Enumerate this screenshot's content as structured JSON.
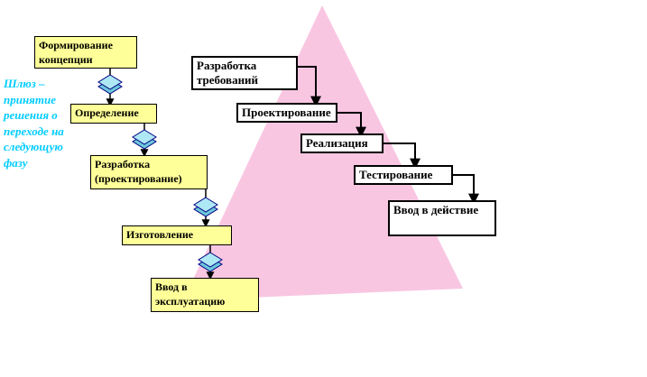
{
  "diagram": {
    "note": {
      "text": "Шлюз – принятие решения о переходе на следующую фазу"
    },
    "phases": [
      {
        "label": "Формирование концепции"
      },
      {
        "label": "Определение"
      },
      {
        "label": "Разработка (проектирование)"
      },
      {
        "label": "Изготовление"
      },
      {
        "label": "Ввод в эксплуатацию"
      }
    ],
    "waterfall": [
      {
        "label": "Разработка требований"
      },
      {
        "label": "Проектирование"
      },
      {
        "label": "Реализация"
      },
      {
        "label": "Тестирование"
      },
      {
        "label": "Ввод в действие"
      }
    ],
    "colors": {
      "phase_box_fill": "#FFFF99",
      "waterfall_box_fill": "#FFFFFF",
      "triangle_fill": "#F9C6E2",
      "gate_fill_top": "#AEE8F4",
      "gate_fill_bottom": "#6CC7DC",
      "gate_outline": "#000080",
      "note_color": "#00CCFF",
      "connector_color": "#000000"
    }
  }
}
